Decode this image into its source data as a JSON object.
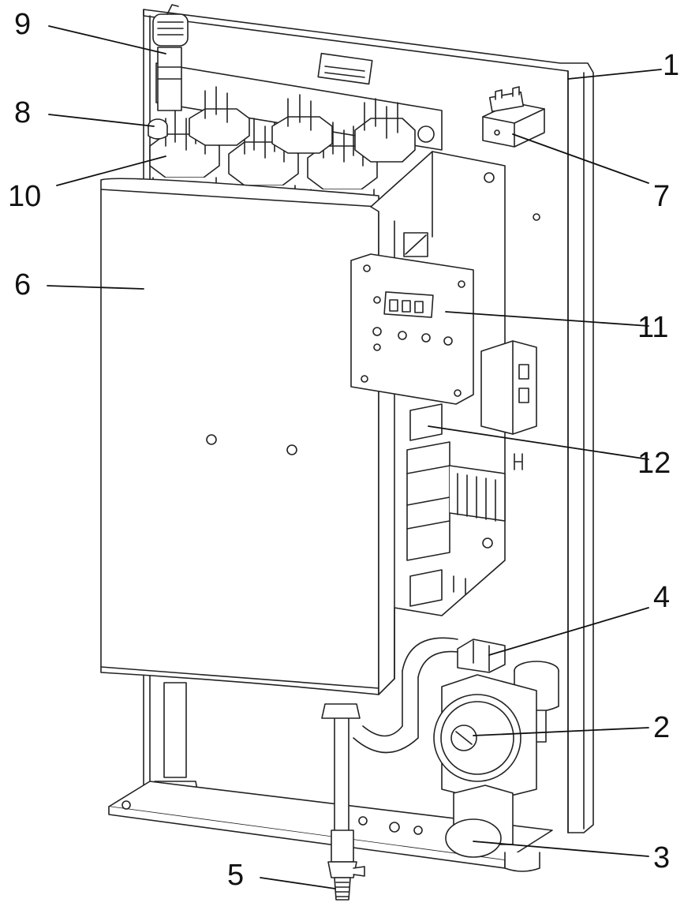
{
  "callouts": {
    "n1": "1",
    "n2": "2",
    "n3": "3",
    "n4": "4",
    "n5": "5",
    "n6": "6",
    "n7": "7",
    "n8": "8",
    "n9": "9",
    "n10": "10",
    "n11": "11",
    "n12": "12"
  },
  "colors": {
    "line": "#222222",
    "background": "#ffffff"
  }
}
